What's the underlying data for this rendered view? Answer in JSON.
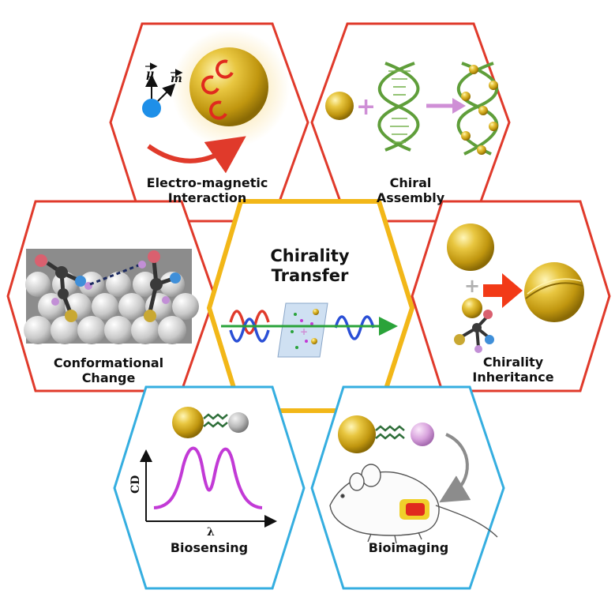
{
  "colors": {
    "red_frame": "#e03a2b",
    "gold_frame": "#f2b718",
    "blue_frame": "#35aee0",
    "gold_sphere": "#d9b01f",
    "purple_plus": "#cf8fd6",
    "dna_green": "#5f9e3a",
    "cd_curve": "#c23ad6",
    "dipole_blue": "#1e8fe8"
  },
  "hexagons": [
    {
      "id": "electro-magnetic",
      "line1": "Electro-magnetic",
      "line2": "Interaction",
      "frame": "red_frame"
    },
    {
      "id": "chiral-assembly",
      "line1": "Chiral",
      "line2": "Assembly",
      "frame": "red_frame"
    },
    {
      "id": "conformational-change",
      "line1": "Conformational",
      "line2": "Change",
      "frame": "red_frame"
    },
    {
      "id": "chirality-transfer",
      "line1": "Chirality",
      "line2": "Transfer",
      "frame": "gold_frame"
    },
    {
      "id": "chirality-inheritance",
      "line1": "Chirality",
      "line2": "Inheritance",
      "frame": "red_frame"
    },
    {
      "id": "biosensing",
      "line1": "Biosensing",
      "line2": "",
      "frame": "blue_frame"
    },
    {
      "id": "bioimaging",
      "line1": "Bioimaging",
      "line2": "",
      "frame": "blue_frame"
    }
  ],
  "symbols": {
    "mu": "μ",
    "m": "m",
    "cd_axis": "CD",
    "lambda_axis": "λ"
  }
}
